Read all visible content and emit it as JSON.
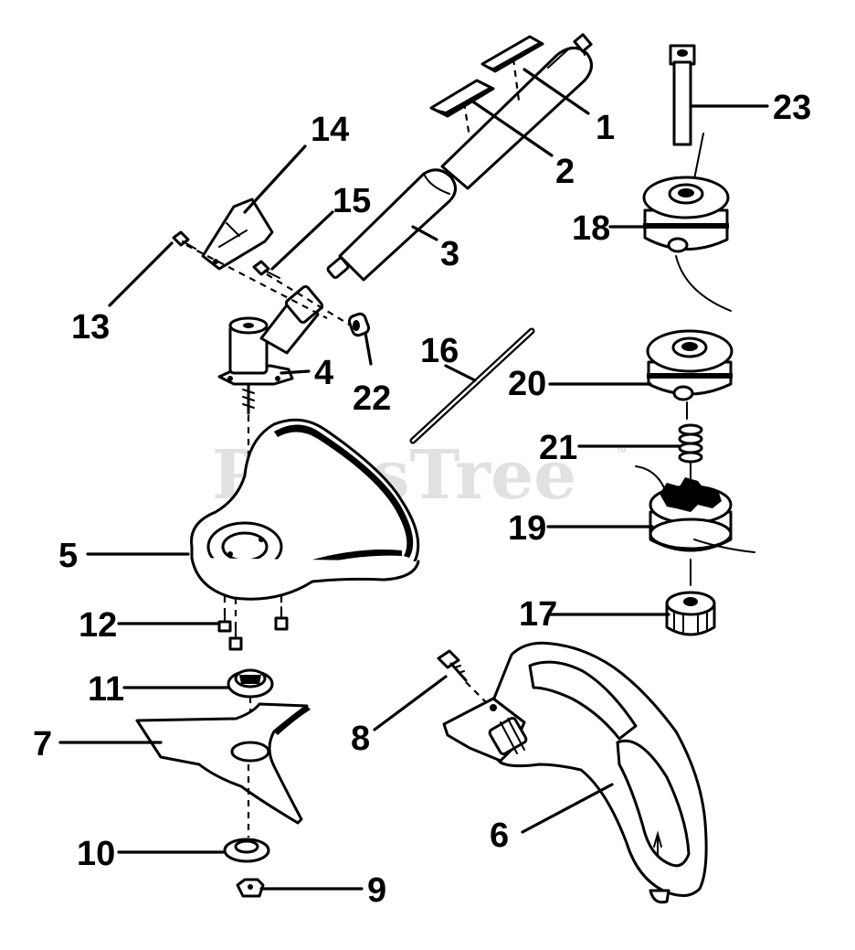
{
  "watermark": {
    "text": "PartsTree",
    "mark": "™"
  },
  "callouts": {
    "c1": "1",
    "c2": "2",
    "c3": "3",
    "c4": "4",
    "c5": "5",
    "c6": "6",
    "c7": "7",
    "c8": "8",
    "c9": "9",
    "c10": "10",
    "c11": "11",
    "c12": "12",
    "c13": "13",
    "c14": "14",
    "c15": "15",
    "c16": "16",
    "c17": "17",
    "c18": "18",
    "c19": "19",
    "c20": "20",
    "c21": "21",
    "c22": "22",
    "c23": "23"
  }
}
